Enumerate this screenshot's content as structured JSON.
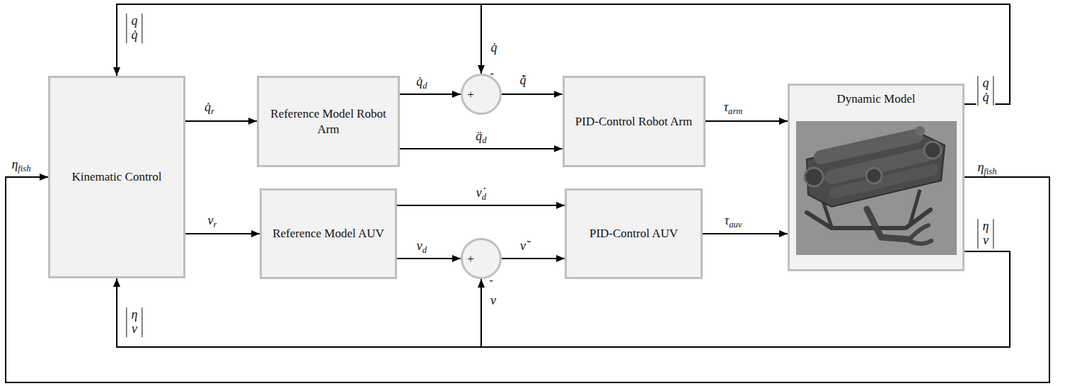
{
  "diagram": {
    "nodes": [
      {
        "text": [
          "Kinematic Control"
        ]
      },
      {
        "text": [
          "Reference Model Robot Arm"
        ]
      },
      {
        "text": [
          "+",
          "-"
        ]
      },
      {
        "text": [
          "PID-Control Robot Arm"
        ]
      },
      {
        "text": [
          "Dynamic Model"
        ]
      },
      {
        "text": [
          "Reference Model AUV"
        ]
      },
      {
        "text": [
          "+",
          "-"
        ]
      },
      {
        "text": [
          "PID-Control AUV"
        ]
      }
    ],
    "edges": [
      {
        "from": 0,
        "to": 1,
        "arrow": "to",
        "label": "q̇r"
      },
      {
        "from": 1,
        "to": 2,
        "arrow": "to",
        "label": "q̇d"
      },
      {
        "from": 2,
        "to": 3,
        "arrow": "to",
        "label": "q̃̇"
      },
      {
        "from": 1,
        "to": 3,
        "arrow": "to",
        "label": "q̈d"
      },
      {
        "from": 3,
        "to": 4,
        "arrow": "to",
        "label": "τarm"
      },
      {
        "from": 4,
        "to": 0,
        "arrow": "to",
        "label": "q q̇"
      },
      {
        "from": 4,
        "to": 2,
        "arrow": "to",
        "label": "q̇"
      },
      {
        "from": 0,
        "to": 5,
        "arrow": "to",
        "label": "νr"
      },
      {
        "from": 5,
        "to": 6,
        "arrow": "to",
        "label": "νd"
      },
      {
        "from": 6,
        "to": 7,
        "arrow": "to",
        "label": "ν̃"
      },
      {
        "from": 5,
        "to": 7,
        "arrow": "to",
        "label": "ν̇d"
      },
      {
        "from": 7,
        "to": 4,
        "arrow": "to",
        "label": "τauv"
      },
      {
        "from": 4,
        "to": 0,
        "arrow": "to",
        "label": "η ν"
      },
      {
        "from": 4,
        "to": 6,
        "arrow": "to",
        "label": "ν"
      },
      {
        "from": 4,
        "to": 0,
        "arrow": "to",
        "label": "ηfish"
      }
    ],
    "labels": [
      "q q̇",
      "ηfish",
      "η ν"
    ]
  }
}
